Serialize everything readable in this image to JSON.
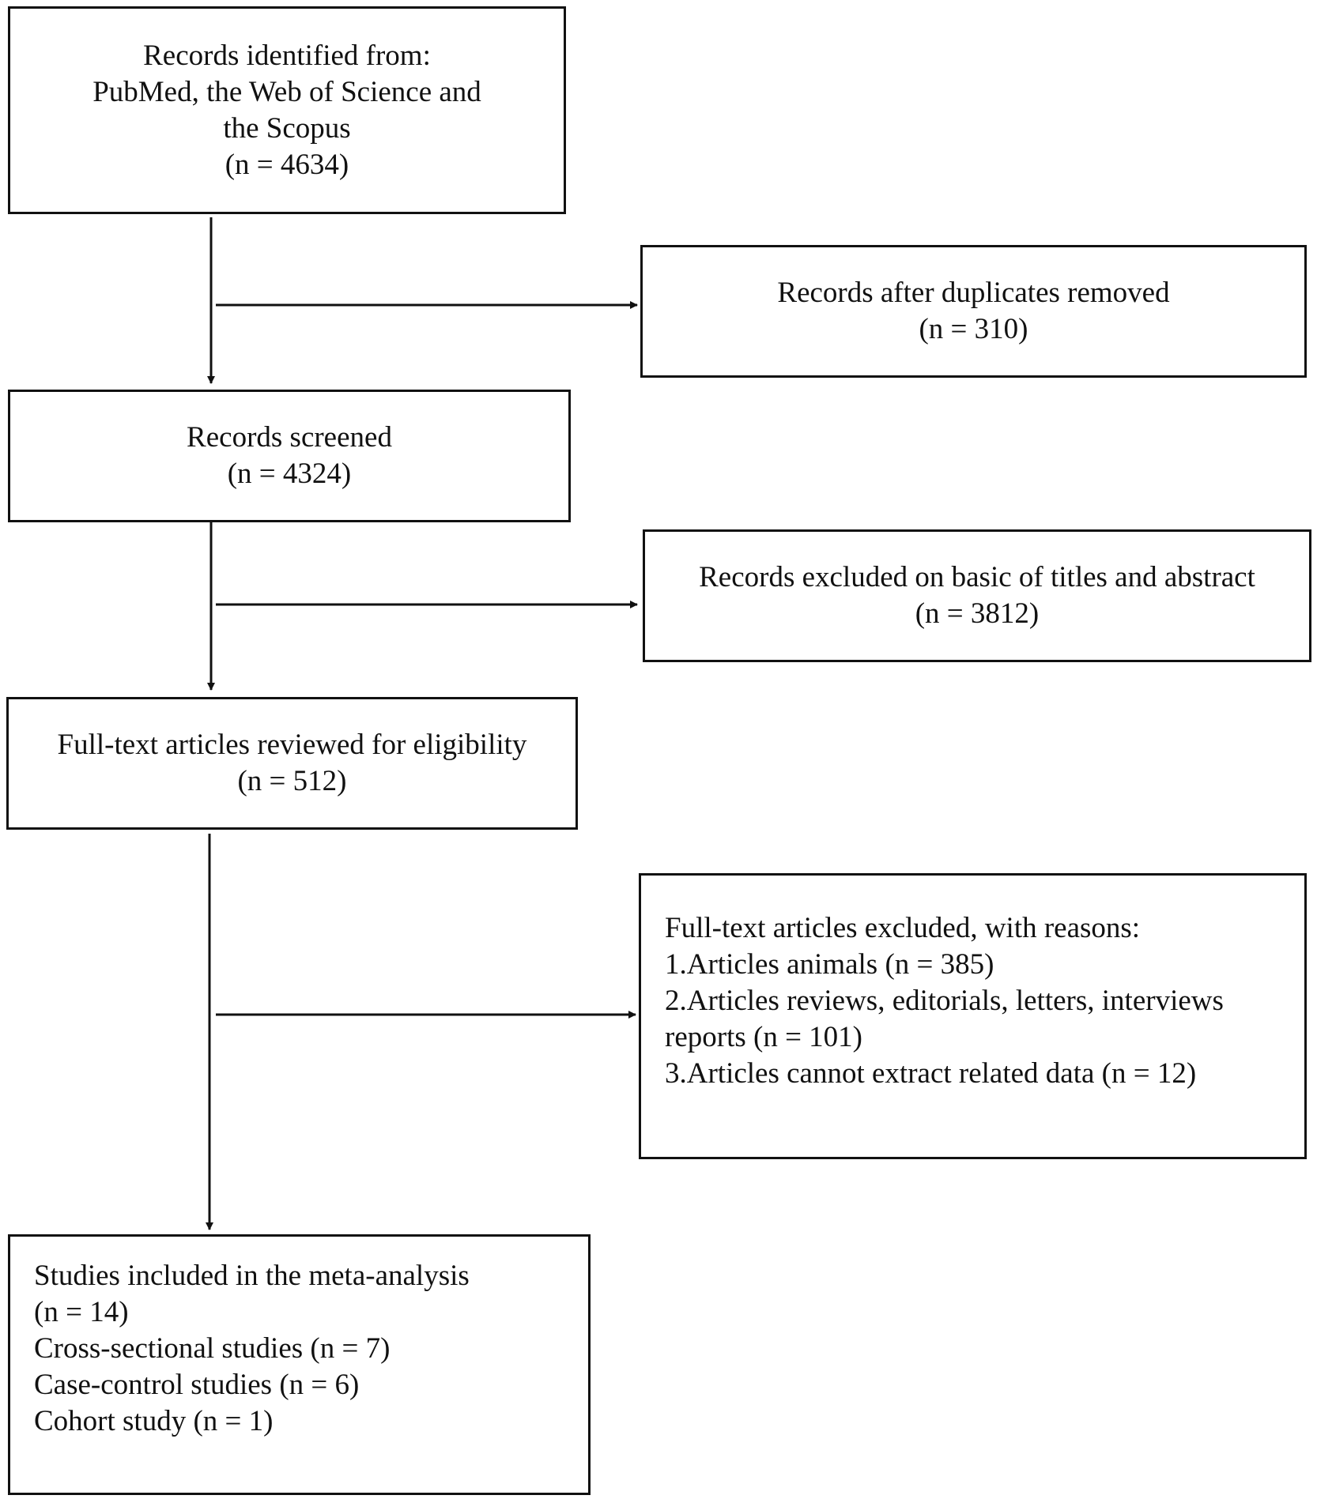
{
  "flowchart": {
    "identified": {
      "lines": [
        "Records identified from:",
        "PubMed, the Web of Science and",
        "the Scopus",
        "(n = 4634)"
      ]
    },
    "duplicates_removed": {
      "lines": [
        "Records after duplicates removed",
        "(n = 310)"
      ]
    },
    "screened": {
      "lines": [
        "Records screened",
        "(n = 4324)"
      ]
    },
    "excluded_titles": {
      "lines": [
        "Records excluded on basic of titles and abstract",
        "(n = 3812)"
      ]
    },
    "fulltext_reviewed": {
      "lines": [
        "Full-text articles reviewed for eligibility",
        "(n = 512)"
      ]
    },
    "fulltext_excluded": {
      "lines": [
        "Full-text articles excluded, with reasons:",
        "1.Articles animals (n = 385)",
        "2.Articles reviews, editorials, letters, interviews",
        "reports (n = 101)",
        "3.Articles cannot extract related data (n = 12)"
      ]
    },
    "included": {
      "lines": [
        "Studies included in the meta-analysis",
        "(n = 14)",
        "Cross-sectional studies (n = 7)",
        "Case-control studies (n = 6)",
        "Cohort study (n = 1)"
      ]
    }
  },
  "colors": {
    "stroke": "#111111",
    "background": "#ffffff"
  }
}
